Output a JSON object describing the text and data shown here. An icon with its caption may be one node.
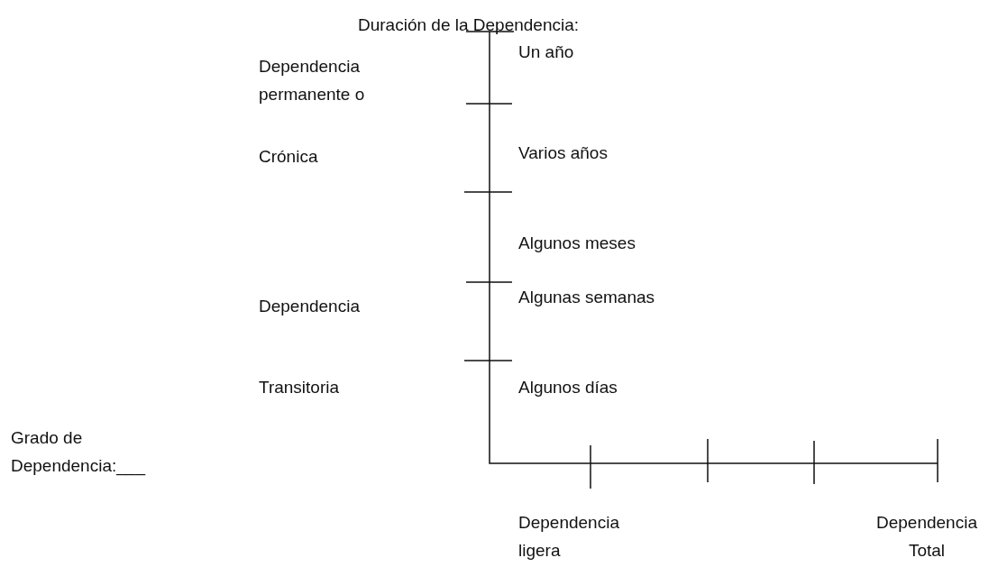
{
  "diagram": {
    "labels": [
      "Duración de la Dependencia:",
      "Dependencia permanente o",
      "Un año",
      "Varios años",
      "Crónica",
      "Algunos meses",
      "Algunas semanas",
      "Dependencia",
      "Transitoria",
      "Algunos días",
      "Grado de Dependencia:___",
      "Dependencia ligera",
      "Dependencia Total"
    ]
  }
}
